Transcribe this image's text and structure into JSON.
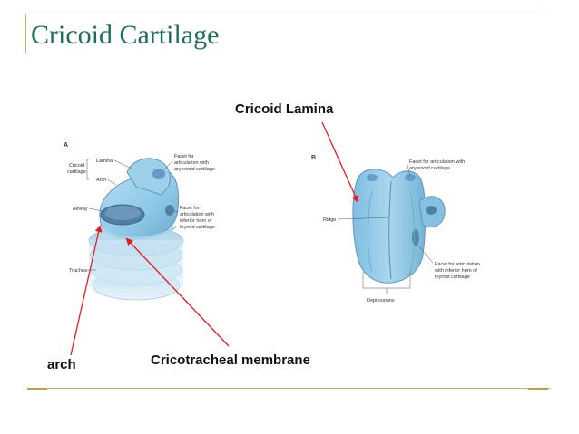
{
  "slide": {
    "title": "Cricoid Cartilage"
  },
  "figure_a": {
    "panel": "A",
    "labels": {
      "cricoid": "Cricoid",
      "cartilage": "cartilage",
      "lamina": "Lamina",
      "arch": "Arch",
      "airway": "Airway",
      "trachea": "Trachea",
      "facet_arytenoid_1": "Facet for",
      "facet_arytenoid_2": "articulation with",
      "facet_arytenoid_3": "arytenoid cartilage",
      "facet_thyroid_1": "Facet for",
      "facet_thyroid_2": "articulation with",
      "facet_thyroid_3": "inferior horn of",
      "facet_thyroid_4": "thyroid cartilage"
    }
  },
  "figure_b": {
    "panel": "B",
    "labels": {
      "facet_arytenoid_1": "Facet for articulation with",
      "facet_arytenoid_2": "arytenoid cartilage",
      "ridge": "Ridge",
      "facet_thyroid_1": "Facet for articulation",
      "facet_thyroid_2": "with inferior horn of",
      "facet_thyroid_3": "thyroid cartilage",
      "depressions": "Depressions"
    }
  },
  "annotations": {
    "cricoid_lamina": "Cricoid Lamina",
    "arch": "arch",
    "cricotracheal_membrane": "Cricotracheal membrane"
  },
  "colors": {
    "title": "#1f6e5c",
    "rule": "#c9b36a",
    "arrow": "#e02020",
    "cartilage": "#8ec8e6"
  }
}
